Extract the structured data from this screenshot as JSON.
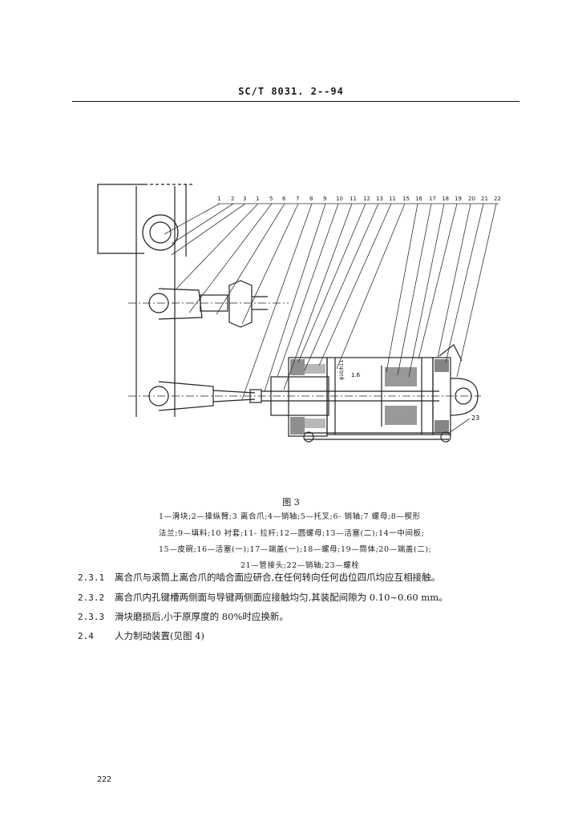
{
  "header": {
    "standard_code": "SC/T 8031. 2--94"
  },
  "figure": {
    "part_numbers": [
      "1",
      "2",
      "3",
      "1",
      "5",
      "6",
      "7",
      "8",
      "9",
      "10",
      "11",
      "12",
      "13",
      "11",
      "15",
      "16",
      "17",
      "18",
      "19",
      "20",
      "21",
      "22"
    ],
    "callout_23": "23",
    "fit_mark": "ϕ10\nh11",
    "roughness_mark": "1.6",
    "caption": "图 3"
  },
  "legend": {
    "line1": "1—滑块;2—操纵臂;3  离合爪;4—销轴;5—托叉;6- 销轴;7  螺母;8—楔形",
    "line2": "法兰;9—填料;10  衬套;11- 拉杆;12—圆螺母;13—活塞(二);14一中间板;",
    "line3": "15—皮碗;16—活塞(一);17—端盖(一);18—螺母;19—筒体;20—端盖(二);",
    "line4": "21—管接头;22—销轴;23—螺栓"
  },
  "clauses": [
    {
      "num": "2.3.1",
      "text": "离合爪与滚筒上离合爪的啮合面应研合,在任何转向任何齿位四爪均应互相接触。"
    },
    {
      "num": "2.3.2",
      "text": "离合爪内孔键槽两侧面与导键两侧面应接触均匀,其装配间隙为 0.10~0.60 mm。"
    },
    {
      "num": "2.3.3",
      "text": "滑块磨损后,小于原厚度的 80%时应换新。"
    },
    {
      "num": "2.4",
      "text": "人力制动装置(见图 4)"
    }
  ],
  "footer": {
    "page_number": "222"
  }
}
